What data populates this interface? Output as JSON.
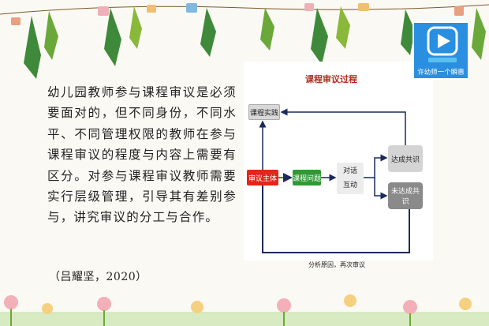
{
  "body_text": "幼儿园教师参与课程审议是必须要面对的，但不同身份，不同水平、不同管理权限的教师在参与课程审议的程度与内容上需要有区分。对参与课程审议教师需要实行层级管理，引导其有差别参与，讲究审议的分工与合作。",
  "citation": "（吕耀坚，2020）",
  "diagram": {
    "title": "课程审议过程",
    "nodes": {
      "practice": "课程实践",
      "subject": "审议主体",
      "problem": "课程问题",
      "dialog_1": "对话",
      "dialog_2": "互动",
      "consensus": "达成共识",
      "no_consensus": "未达成共识",
      "reason": "分析原因，再次审议"
    }
  },
  "badge": {
    "label": "许幼师一个瞬惠",
    "icon": "play-icon",
    "color": "#2a8fe0"
  },
  "colors": {
    "subject": "#e02818",
    "problem": "#2f9a34",
    "arrow": "#1a2a5a"
  }
}
